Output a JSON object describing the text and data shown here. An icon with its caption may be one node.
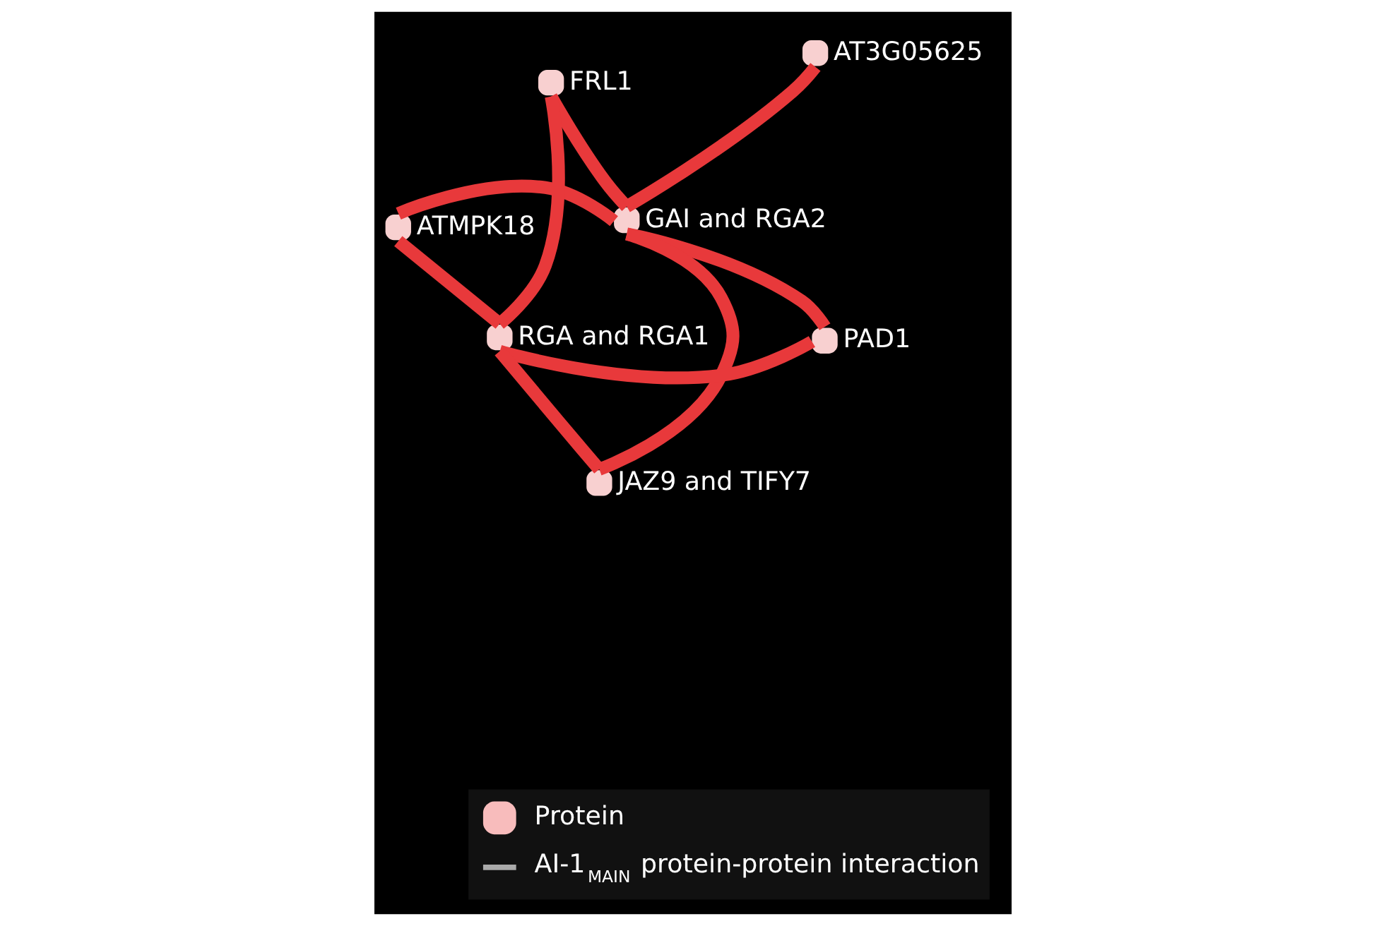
{
  "diagram": {
    "nodes": [
      {
        "text": [
          "ATMPK18"
        ]
      },
      {
        "text": [
          "GAI and RGA2"
        ]
      },
      {
        "text": [
          "PAD1"
        ]
      },
      {
        "text": [
          "FRL1"
        ]
      },
      {
        "text": [
          "AT3G05625"
        ]
      },
      {
        "text": [
          "RGA and RGA1"
        ]
      },
      {
        "text": [
          "JAZ9 and TIFY7"
        ]
      }
    ],
    "edges": [
      {
        "from": 0,
        "to": 1,
        "arrow": "none"
      },
      {
        "from": 0,
        "to": 5,
        "arrow": "none"
      },
      {
        "from": 1,
        "to": 2,
        "arrow": "none"
      },
      {
        "from": 1,
        "to": 3,
        "arrow": "none"
      },
      {
        "from": 1,
        "to": 4,
        "arrow": "none"
      },
      {
        "from": 1,
        "to": 6,
        "arrow": "none"
      },
      {
        "from": 2,
        "to": 5,
        "arrow": "none"
      },
      {
        "from": 3,
        "to": 5,
        "arrow": "none"
      },
      {
        "from": 5,
        "to": 6,
        "arrow": "none"
      }
    ],
    "legend": [
      {
        "text": "Protein",
        "color": "#f8bcbc"
      },
      {
        "text": "AI-1$_{MAIN}$ protein-protein interaction"
      }
    ]
  }
}
